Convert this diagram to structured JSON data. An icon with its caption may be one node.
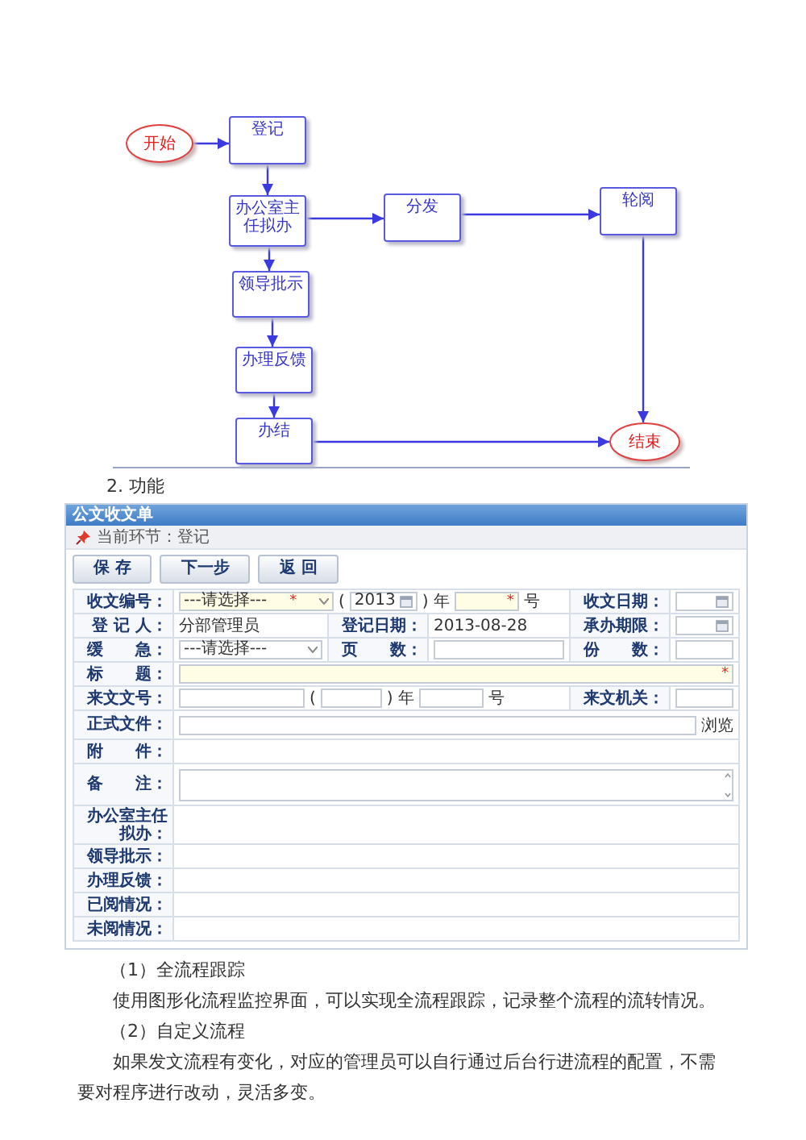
{
  "diagram": {
    "nodes": [
      {
        "text": [
          "开始"
        ]
      },
      {
        "text": [
          "登记"
        ]
      },
      {
        "text": [
          "办公室主任拟办"
        ]
      },
      {
        "text": [
          "分发"
        ]
      },
      {
        "text": [
          "轮阅"
        ]
      },
      {
        "text": [
          "领导批示"
        ]
      },
      {
        "text": [
          "办理反馈"
        ]
      },
      {
        "text": [
          "办结"
        ]
      },
      {
        "text": [
          "结束"
        ]
      }
    ],
    "edges": [
      {
        "from": 0,
        "to": 1,
        "arrow": "to"
      },
      {
        "from": 1,
        "to": 2,
        "arrow": "to"
      },
      {
        "from": 2,
        "to": 3,
        "arrow": "to"
      },
      {
        "from": 3,
        "to": 4,
        "arrow": "to"
      },
      {
        "from": 2,
        "to": 5,
        "arrow": "to"
      },
      {
        "from": 5,
        "to": 6,
        "arrow": "to"
      },
      {
        "from": 6,
        "to": 7,
        "arrow": "to"
      },
      {
        "from": 4,
        "to": 8,
        "arrow": "to"
      },
      {
        "from": 7,
        "to": 8,
        "arrow": "to"
      }
    ],
    "labels": [
      "2. 功能",
      "公文收文单",
      "当前环节：登记",
      "保 存",
      "下一步",
      "返 回",
      "收文编号：",
      "---请选择---",
      "*",
      "(",
      "2013",
      ")",
      "年",
      "*",
      "号",
      "收文日期：",
      "登 记 人：",
      "分部管理员",
      "登记日期：",
      "2013-08-28",
      "承办期限：",
      "缓　　急：",
      "---请选择---",
      "页　　数：",
      "份　　数：",
      "标　　题：",
      "*",
      "来文文号：",
      "(",
      ")",
      "年",
      "号",
      "来文机关：",
      "正式文件：",
      "浏览",
      "附　　件：",
      "备　　注：",
      "办公室主任拟办：",
      "领导批示：",
      "办理反馈：",
      "已阅情况：",
      "未阅情况：",
      "（1）全流程跟踪",
      "使用图形化流程监控界面，可以实现全流程跟踪，记录整个流程的流转情况。",
      "（2）自定义流程",
      "如果发文流程有变化，对应的管理员可以自行通过后台行进流程的配置，不需要对程序进行改动，灵活多变。"
    ]
  }
}
